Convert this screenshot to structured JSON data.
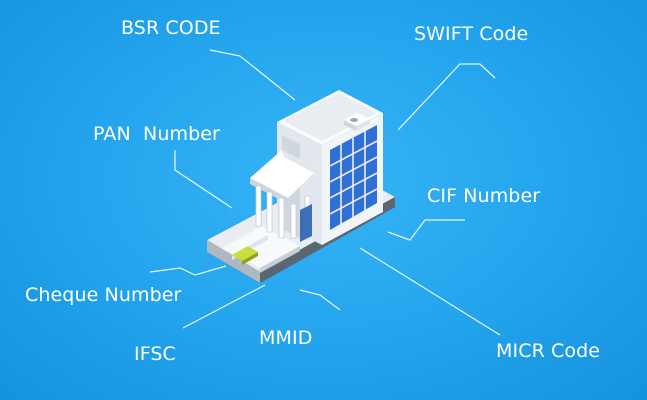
{
  "labels": {
    "bsr": "BSR CODE",
    "swift": "SWIFT Code",
    "pan": "PAN  Number",
    "cif": "CIF Number",
    "cheque": "Cheque Number",
    "mmid": "MMID",
    "ifsc": "IFSC",
    "micr": "MICR Code"
  },
  "colors": {
    "background": "#22a3ec",
    "line": "#ffffff",
    "building_light": "#f4f6f8",
    "building_shade": "#d5dce3",
    "glass": "#2f6fd6",
    "base_dark": "#3a4450",
    "car": "#c8df3a"
  },
  "icons": [
    "bank-building-icon"
  ]
}
